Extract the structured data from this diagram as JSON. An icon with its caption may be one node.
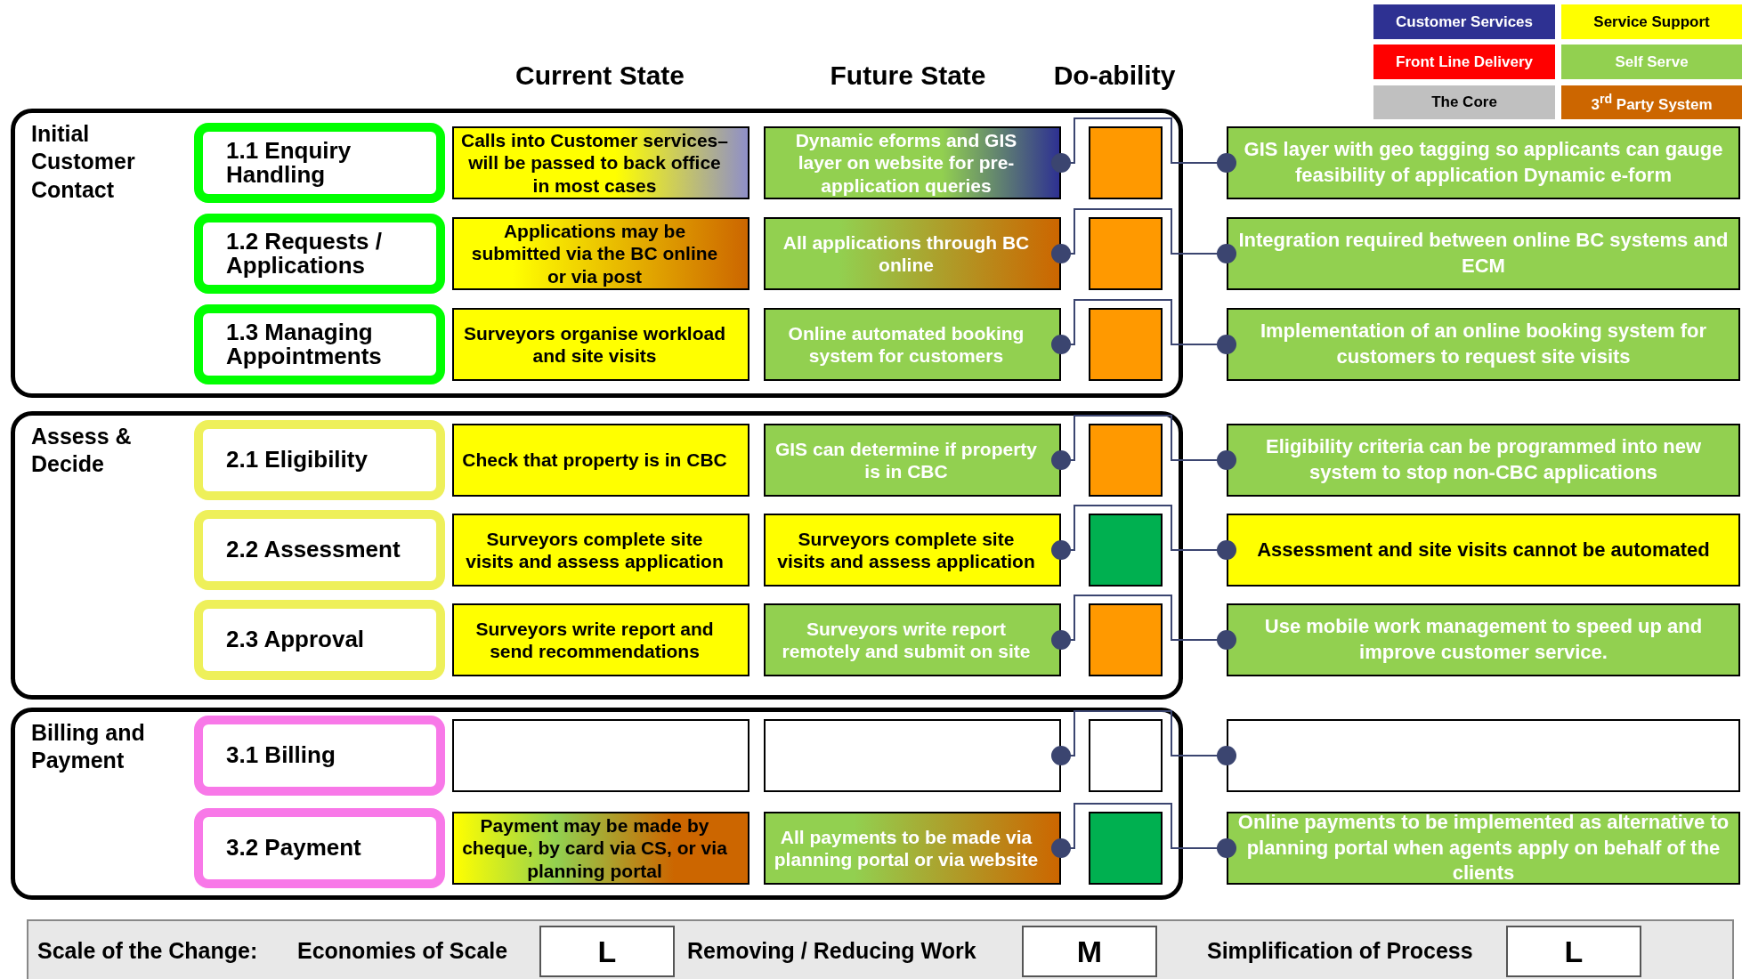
{
  "diagram": {
    "nodes": [
      {
        "text": [
          "Initial Customer Contact"
        ]
      },
      {
        "text": [
          "1.1 Enquiry Handling"
        ],
        "in": 0
      },
      {
        "text": [
          "Calls into Customer services– will be passed to back office in most cases"
        ],
        "in": 0
      },
      {
        "text": [
          "Dynamic eforms and GIS layer on website for pre-application queries"
        ],
        "in": 0
      },
      {
        "text": [],
        "shape": "box",
        "in": 0
      },
      {
        "text": [
          "GIS layer with geo tagging so applicants can gauge feasibility of application Dynamic e-form"
        ]
      },
      {
        "text": [
          "1.2 Requests / Applications"
        ],
        "in": 0
      },
      {
        "text": [
          "Applications may be submitted via the BC online or via post"
        ],
        "in": 0
      },
      {
        "text": [
          "All applications through BC online"
        ],
        "in": 0
      },
      {
        "text": [],
        "shape": "box",
        "in": 0
      },
      {
        "text": [
          "Integration required between online BC systems and ECM"
        ]
      },
      {
        "text": [
          "1.3 Managing Appointments"
        ],
        "in": 0
      },
      {
        "text": [
          "Surveyors organise workload and site visits"
        ],
        "in": 0
      },
      {
        "text": [
          "Online automated booking system for customers"
        ],
        "in": 0
      },
      {
        "text": [],
        "shape": "box",
        "in": 0
      },
      {
        "text": [
          "Implementation of an online booking system for customers to request site visits"
        ]
      },
      {
        "text": [
          "Assess & Decide"
        ]
      },
      {
        "text": [
          "2.1 Eligibility"
        ],
        "in": 16
      },
      {
        "text": [
          "Check that property is in CBC"
        ],
        "in": 16
      },
      {
        "text": [
          "GIS can determine if property is in CBC"
        ],
        "in": 16
      },
      {
        "text": [],
        "shape": "box",
        "in": 16
      },
      {
        "text": [
          "Eligibility criteria can be programmed into new system to stop non-CBC applications"
        ]
      },
      {
        "text": [
          "2.2 Assessment"
        ],
        "in": 16
      },
      {
        "text": [
          "Surveyors complete site visits and assess application"
        ],
        "in": 16
      },
      {
        "text": [
          "Surveyors complete site visits and assess application"
        ],
        "in": 16
      },
      {
        "text": [],
        "shape": "box",
        "in": 16
      },
      {
        "text": [
          "Assessment and site visits cannot be automated"
        ]
      },
      {
        "text": [
          "2.3 Approval"
        ],
        "in": 16
      },
      {
        "text": [
          "Surveyors write report and send recommendations"
        ],
        "in": 16
      },
      {
        "text": [
          "Surveyors write report remotely and submit on site"
        ],
        "in": 16
      },
      {
        "text": [],
        "shape": "box",
        "in": 16
      },
      {
        "text": [
          "Use mobile work management to speed up and improve customer service."
        ]
      },
      {
        "text": [
          "Billing and Payment"
        ]
      },
      {
        "text": [
          "3.1 Billing"
        ],
        "in": 32
      },
      {
        "text": [],
        "shape": "box",
        "in": 32
      },
      {
        "text": [],
        "shape": "box",
        "in": 32
      },
      {
        "text": [],
        "shape": "box",
        "in": 32
      },
      {
        "text": [],
        "shape": "box"
      },
      {
        "text": [
          "3.2 Payment"
        ],
        "in": 32
      },
      {
        "text": [
          "Payment may be made by cheque, by card via CS, or via planning portal"
        ],
        "in": 32
      },
      {
        "text": [
          "All payments to be made via planning portal or via website"
        ],
        "in": 32
      },
      {
        "text": [],
        "shape": "box",
        "in": 32
      },
      {
        "text": [
          "Online payments to be implemented as alternative to planning portal when agents apply on behalf of the clients"
        ]
      }
    ],
    "edges": [
      {
        "from": 3,
        "to": 5,
        "arrow": "other"
      },
      {
        "from": 8,
        "to": 10,
        "arrow": "other"
      },
      {
        "from": 13,
        "to": 15,
        "arrow": "other"
      },
      {
        "from": 19,
        "to": 21,
        "arrow": "other"
      },
      {
        "from": 24,
        "to": 26,
        "arrow": "other"
      },
      {
        "from": 29,
        "to": 31,
        "arrow": "other"
      },
      {
        "from": 35,
        "to": 37,
        "arrow": "other"
      },
      {
        "from": 40,
        "to": 42,
        "arrow": "other"
      }
    ],
    "labels": [
      "Current State",
      "Future State",
      "Do-ability",
      "Scale of the Change:",
      "Economies of Scale",
      "L",
      "Removing / Reducing Work",
      "M",
      "Simplification of Process",
      "L"
    ],
    "legend": [
      {
        "text": "Customer Services",
        "color": "#2e3192"
      },
      {
        "text": "Service Support",
        "color": "#ffff00"
      },
      {
        "text": "Front Line Delivery",
        "color": "#ff0000"
      },
      {
        "text": "Self Serve",
        "color": "#92d050"
      },
      {
        "text": "The Core",
        "color": "#c0c0c0"
      },
      {
        "text": "3$^{rd}$ Party System",
        "color": "#cc6600"
      }
    ]
  }
}
